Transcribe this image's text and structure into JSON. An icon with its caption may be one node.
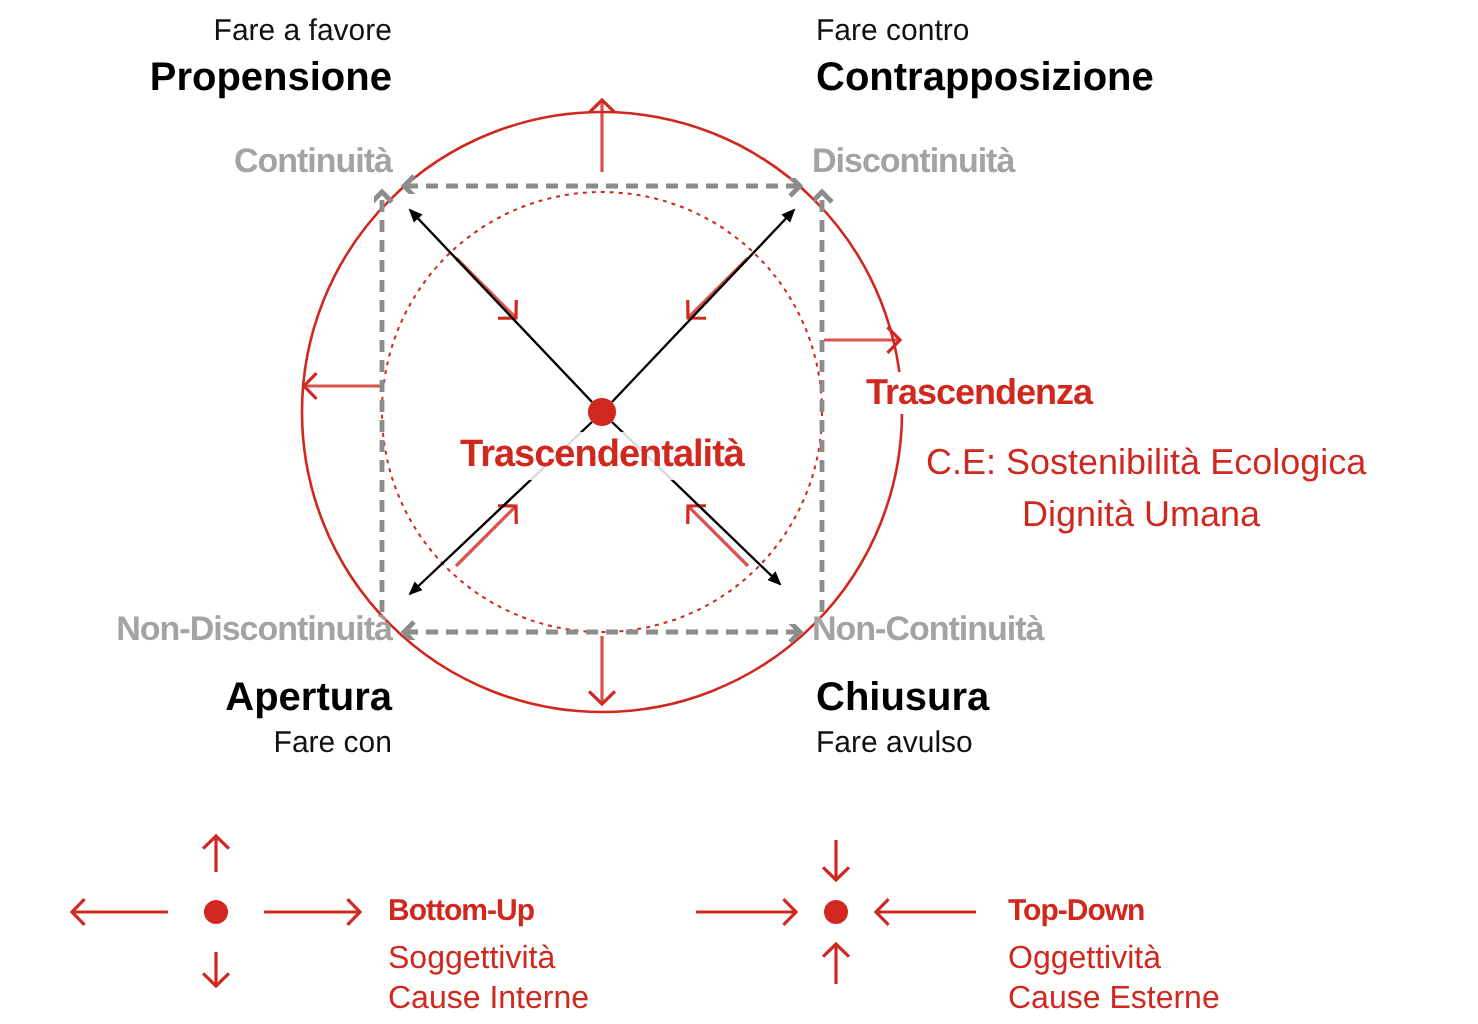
{
  "diagram": {
    "nodes": [
      {
        "text": [
          "Fare a favore",
          "Propensione"
        ]
      },
      {
        "text": [
          "Fare contro",
          "Contrapposizione"
        ]
      },
      {
        "text": [
          "Continuità"
        ]
      },
      {
        "text": [
          "Discontinuità"
        ]
      },
      {
        "text": [
          "Trascendentalità"
        ]
      },
      {
        "text": [
          "Non-Discontinuità"
        ]
      },
      {
        "text": [
          "Non-Continuità"
        ]
      },
      {
        "text": [
          "Apertura",
          "Fare con"
        ]
      },
      {
        "text": [
          "Chiusura",
          "Fare avulso"
        ]
      }
    ],
    "edges": [
      {
        "from": 4,
        "to": 2,
        "arrow": "to"
      },
      {
        "from": 4,
        "to": 3,
        "arrow": "to"
      },
      {
        "from": 4,
        "to": 5,
        "arrow": "to"
      },
      {
        "from": 4,
        "to": 6,
        "arrow": "to"
      },
      {
        "from": 2,
        "to": 3,
        "arrow": "both",
        "style": "dashed",
        "color": "#8c8c8c"
      },
      {
        "from": 5,
        "to": 2,
        "arrow": "to",
        "style": "dashed",
        "color": "#8c8c8c"
      },
      {
        "from": 6,
        "to": 3,
        "arrow": "to",
        "style": "dashed",
        "color": "#8c8c8c"
      },
      {
        "from": 5,
        "to": 6,
        "arrow": "both",
        "style": "dashed",
        "color": "#8c8c8c"
      }
    ],
    "labels": [
      "Trascendenza",
      "C.E: Sostenibilità Ecologica Dignità Umana",
      "Bottom-Up",
      "Soggettività Cause Interne",
      "Top-Down",
      "Oggettività Cause Esterne"
    ]
  }
}
